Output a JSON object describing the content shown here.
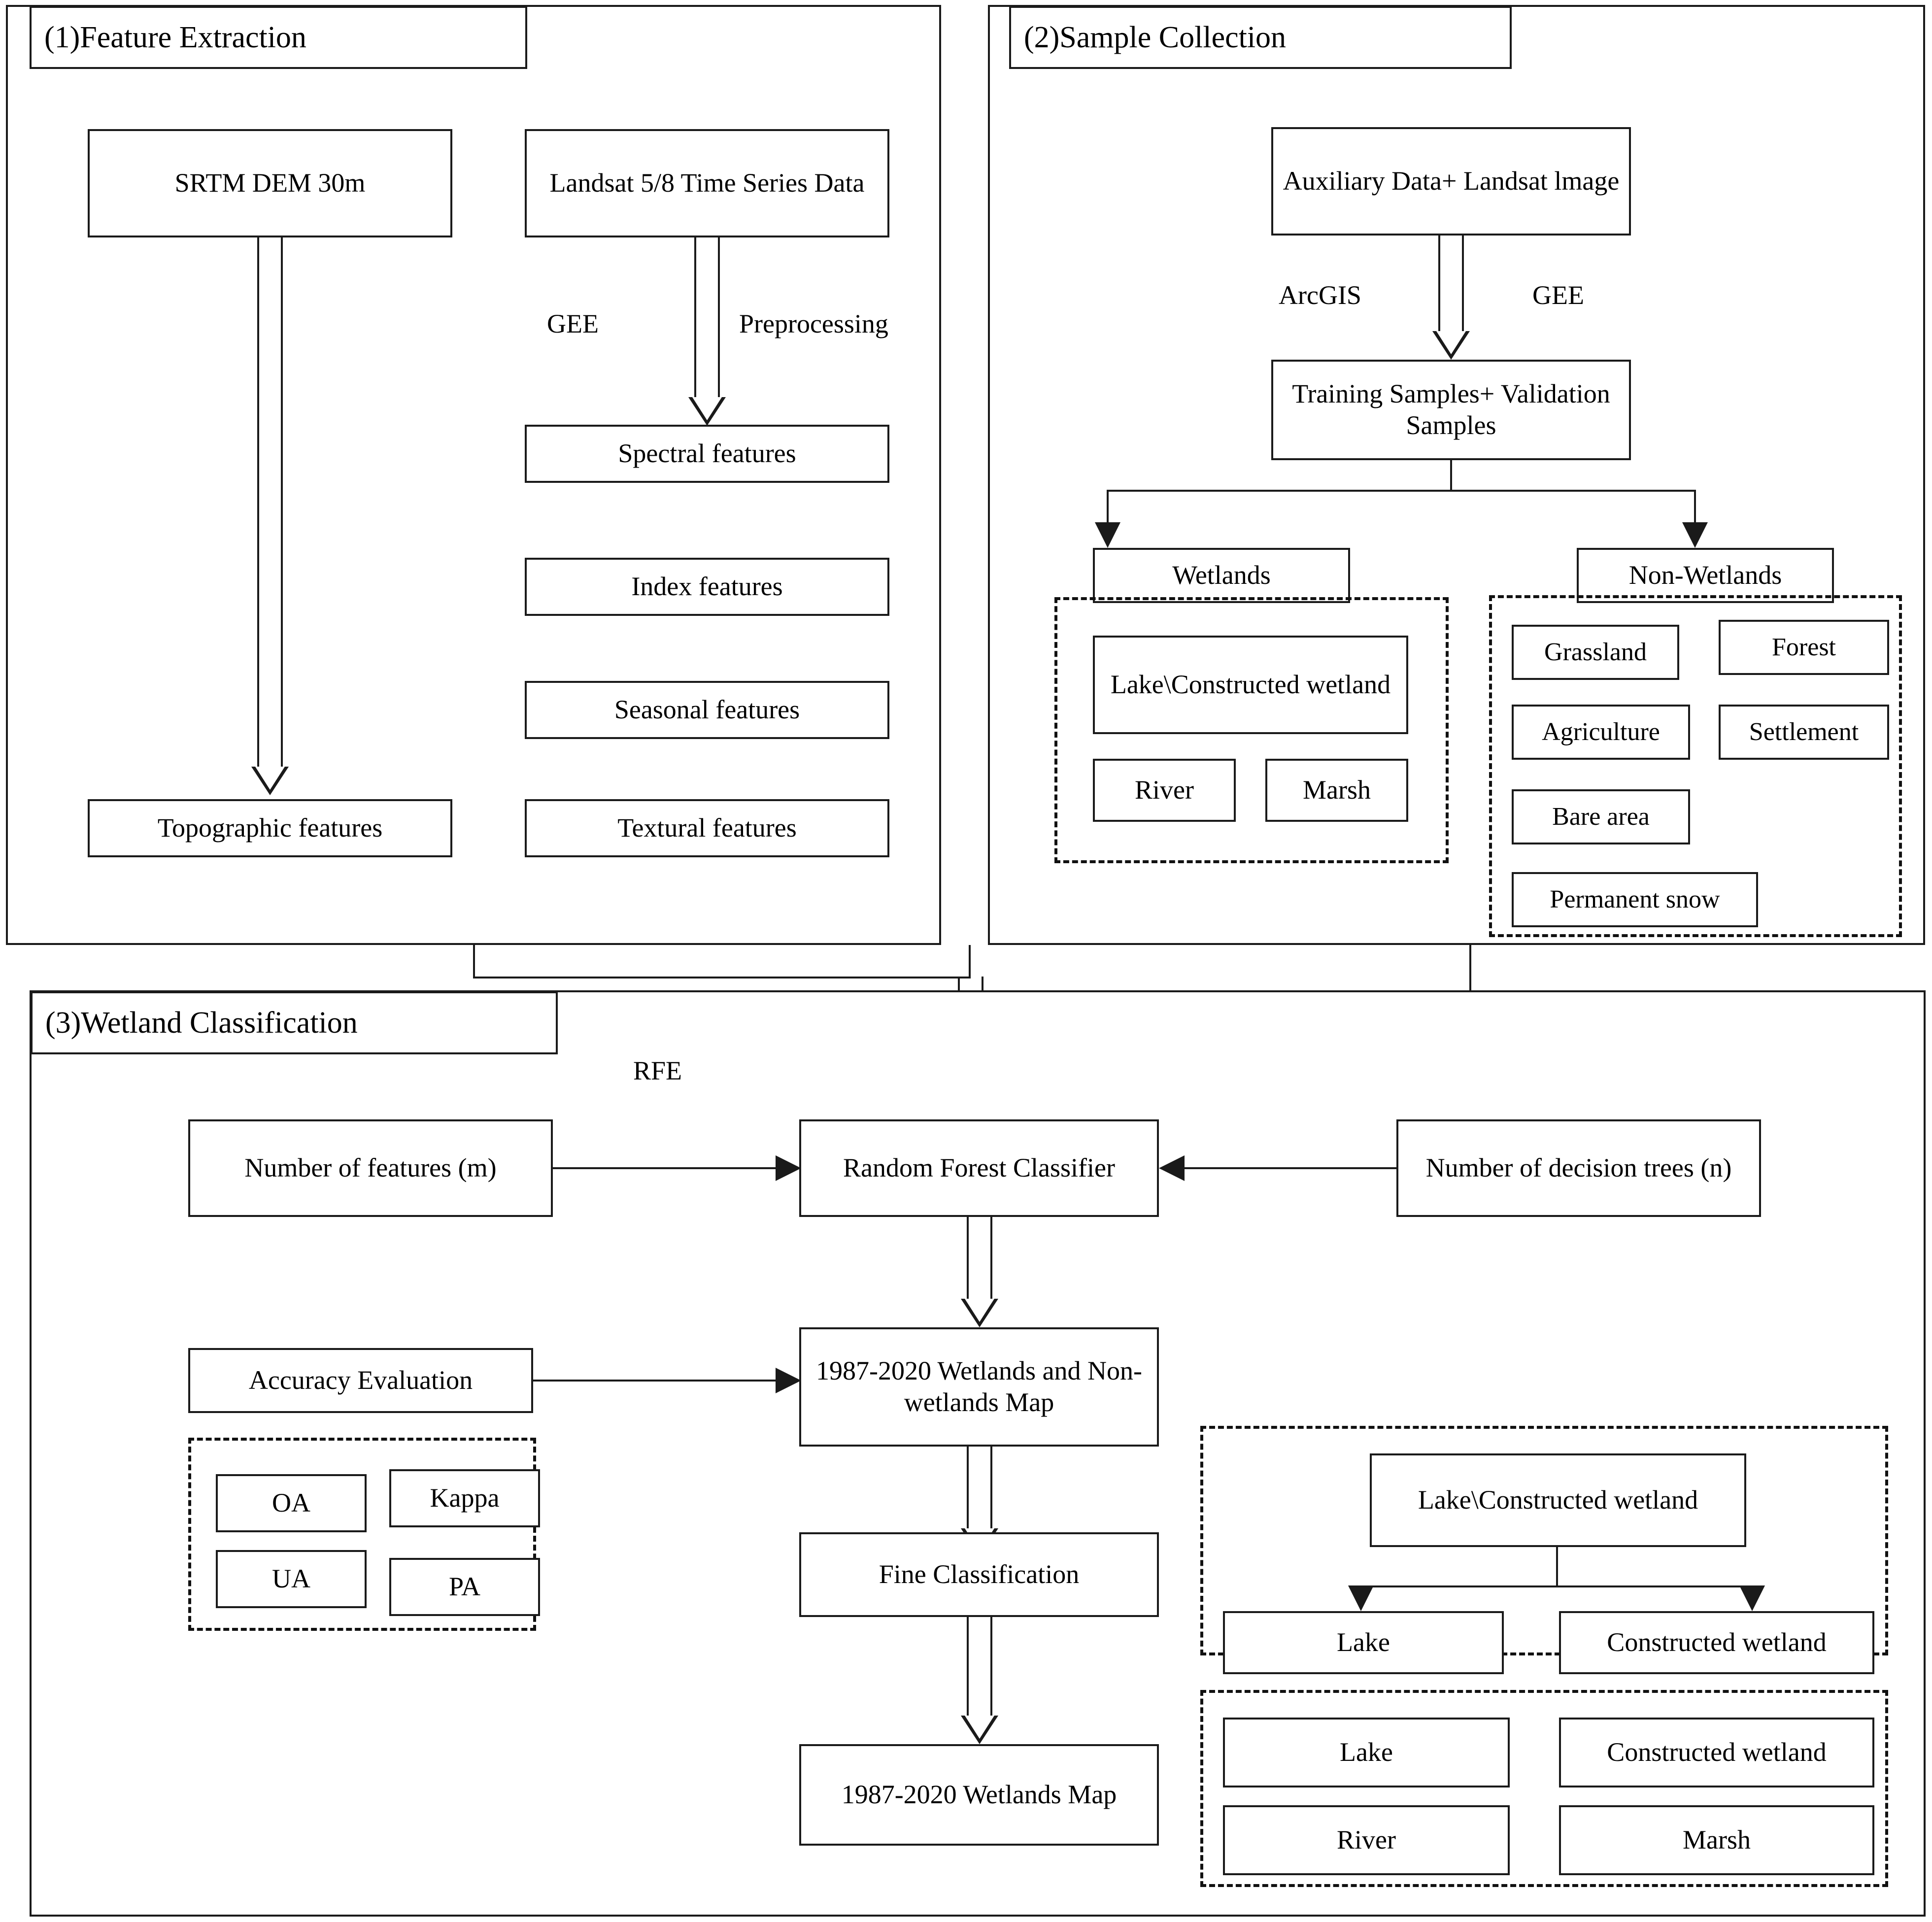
{
  "figure": {
    "type": "flowchart",
    "subject": "Wetland mapping workflow: feature extraction, sample collection, wetland classification"
  },
  "sections": [
    {
      "id": "feature_extraction",
      "title": "(1)Feature Extraction"
    },
    {
      "id": "sample_collection",
      "title": "(2)Sample Collection"
    },
    {
      "id": "wetland_classification",
      "title": "(3)Wetland Classification"
    }
  ],
  "feature_extraction": {
    "title": "(1)Feature Extraction",
    "nodes": {
      "srtm": "SRTM DEM 30m",
      "landsat": "Landsat 5/8 Time Series Data",
      "spectral": "Spectral features",
      "index": "Index features",
      "seasonal": "Seasonal features",
      "textural": "Textural features",
      "topographic": "Topographic features"
    },
    "edge_labels": {
      "gee": "GEE",
      "preprocessing": "Preprocessing"
    }
  },
  "sample_collection": {
    "title": "(2)Sample Collection",
    "nodes": {
      "auxiliary": "Auxiliary Data+ Landsat lmage",
      "samples": "Training Samples+ Validation Samples",
      "wetlands": "Wetlands",
      "non_wetlands": "Non-Wetlands"
    },
    "edge_labels": {
      "arcgis": "ArcGIS",
      "gee": "GEE"
    },
    "wetland_classes": [
      "Lake\\Constructed wetland",
      "River",
      "Marsh"
    ],
    "non_wetland_classes": [
      "Grassland",
      "Forest",
      "Agriculture",
      "Settlement",
      "Bare area",
      "Permanent snow"
    ]
  },
  "wetland_classification": {
    "title": "(3)Wetland Classification",
    "nodes": {
      "num_features": "Number of features (m)",
      "rf_classifier": "Random Forest Classifier",
      "num_trees": "Number of decision trees (n)",
      "accuracy_eval": "Accuracy Evaluation",
      "wetlands_nonwetlands_map": "1987-2020 Wetlands and Non-wetlands Map",
      "fine_classification": "Fine Classification",
      "wetlands_map": "1987-2020 Wetlands Map"
    },
    "edge_labels": {
      "rfe": "RFE"
    },
    "accuracy_metrics": [
      "OA",
      "Kappa",
      "UA",
      "PA"
    ],
    "lake_split": {
      "parent": "Lake\\Constructed wetland",
      "children": [
        "Lake",
        "Constructed wetland"
      ]
    },
    "final_classes": [
      "Lake",
      "Constructed wetland",
      "River",
      "Marsh"
    ]
  },
  "colors": {
    "line": "#1a1a1a",
    "background": "#ffffff"
  }
}
